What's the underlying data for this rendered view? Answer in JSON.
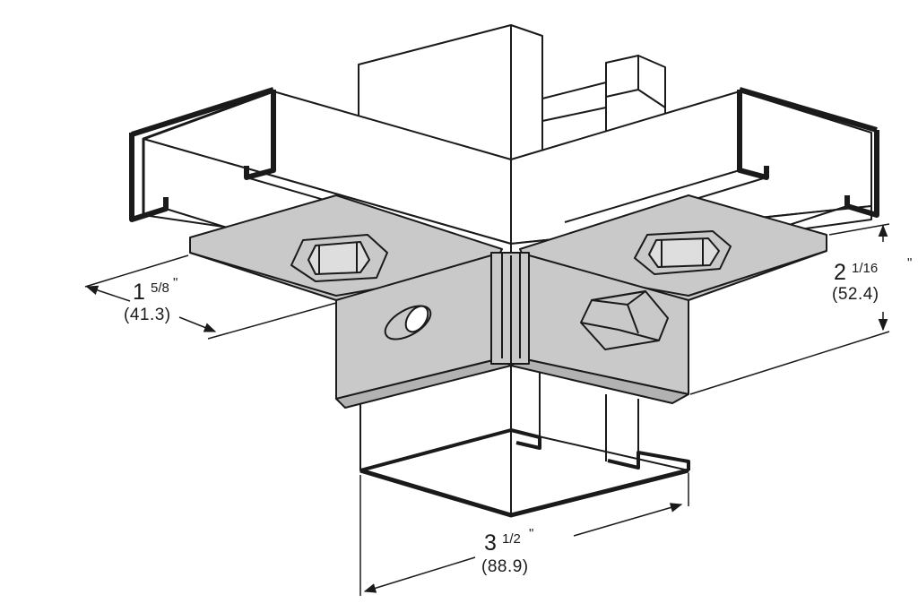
{
  "diagram": {
    "colors": {
      "line": "#1a1a1a",
      "plate": "#c9c9c9",
      "plate_edge": "#b2b2b2",
      "paper": "#ffffff"
    },
    "dimensions": {
      "flange_width": {
        "whole": "1",
        "fraction": "5/8",
        "inch_mark": "\"",
        "metric": "(41.3)"
      },
      "height": {
        "whole": "2",
        "fraction": "1/16",
        "inch_mark": "\"",
        "metric": "(52.4)"
      },
      "channel_width": {
        "whole": "3",
        "fraction": "1/2",
        "inch_mark": "\"",
        "metric": "(88.9)"
      }
    }
  }
}
